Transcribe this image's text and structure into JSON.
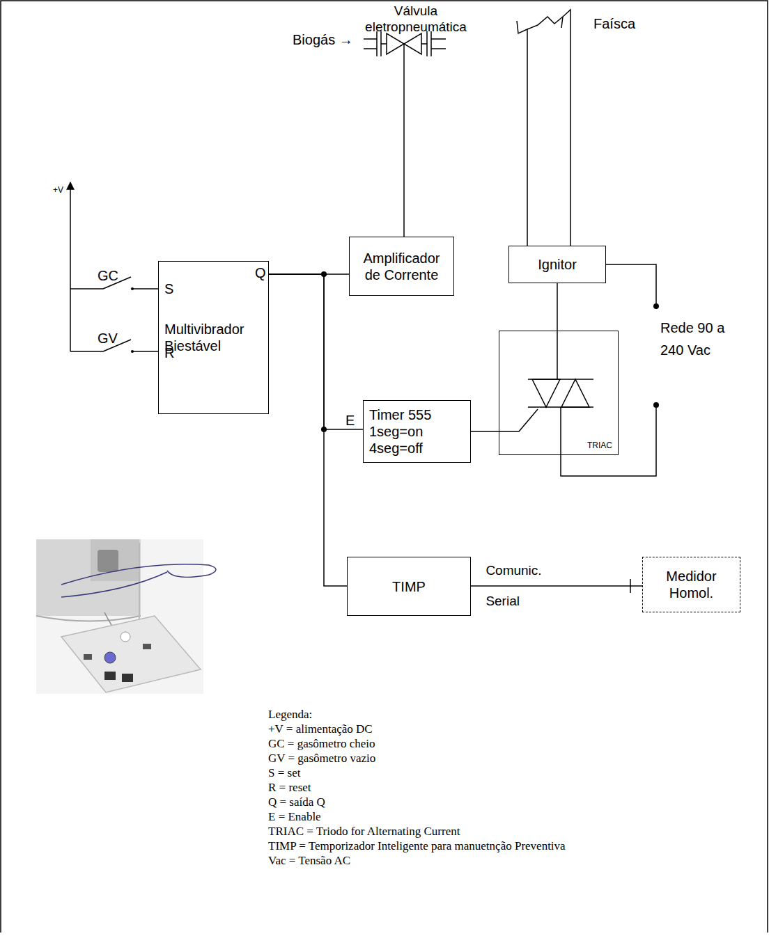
{
  "diagram": {
    "nodes": [
      {
        "text": [
          "Multivibrador Biestável"
        ]
      },
      {
        "text": [
          "Amplificador de Corrente"
        ]
      },
      {
        "text": [
          "Ignitor"
        ]
      },
      {
        "text": [
          "Timer 555",
          "1seg=on",
          "4seg=off"
        ]
      },
      {
        "text": [
          "TRIAC"
        ]
      },
      {
        "text": [
          "TIMP"
        ]
      },
      {
        "text": [
          "Medidor Homol."
        ]
      }
    ],
    "edges": [
      {
        "from": 0,
        "to": 1,
        "arrow": "none"
      },
      {
        "from": 0,
        "to": 3,
        "arrow": "none"
      },
      {
        "from": 0,
        "to": 5,
        "arrow": "none"
      },
      {
        "from": 3,
        "to": 4,
        "arrow": "none"
      },
      {
        "from": 2,
        "to": 4,
        "arrow": "none"
      },
      {
        "from": 5,
        "to": 6,
        "label": "Comunic. Serial",
        "arrow": "none"
      }
    ],
    "labels": [
      "Válvula eletropneumática",
      "Biogás →",
      "Faísca",
      "+V",
      "GC",
      "GV",
      "S",
      "R",
      "Q",
      "E",
      "Rede 90 a 240 Vac",
      "Legenda:"
    ],
    "legend": [
      {
        "text": "+V = alimentação DC"
      },
      {
        "text": "GC = gasômetro cheio"
      },
      {
        "text": "GV = gasômetro vazio"
      },
      {
        "text": "S = set"
      },
      {
        "text": "R = reset"
      },
      {
        "text": "Q = saída Q"
      },
      {
        "text": "E = Enable"
      },
      {
        "text": "TRIAC = Triodo for Alternating Current"
      },
      {
        "text": "TIMP = Temporizador Inteligente para manuetnção Preventiva"
      },
      {
        "text": "Vac = Tensão AC"
      }
    ]
  }
}
